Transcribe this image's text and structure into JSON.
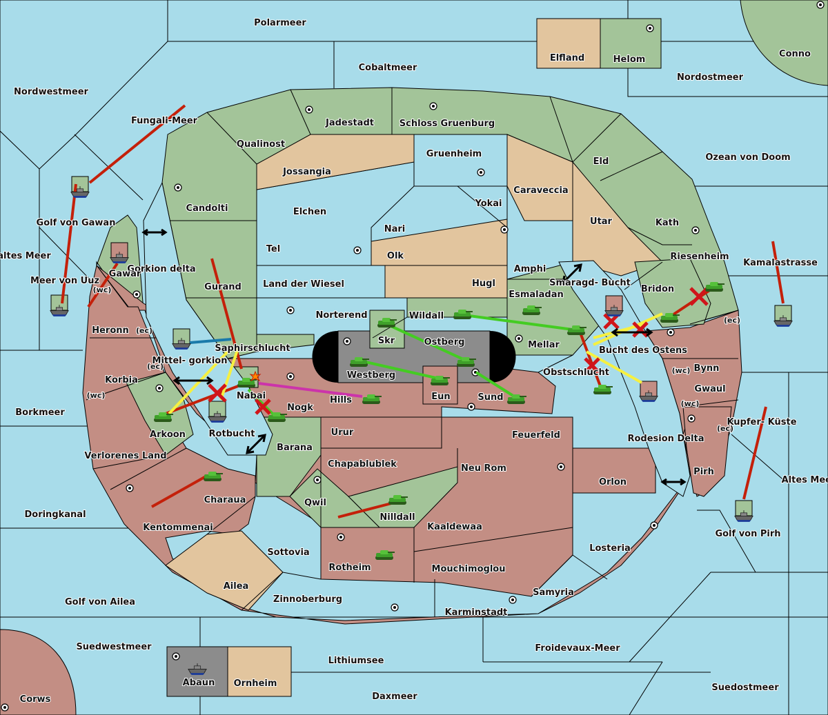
{
  "map": {
    "colors": {
      "sea": "#a8dcea",
      "green_power": "#a3c499",
      "red_power": "#c38e84",
      "neutral": "#e2c59e",
      "impassable": "#8c8c8c",
      "order_move": "#c4200a",
      "order_support": "#f6f040",
      "order_convoy_green": "#44cc22",
      "order_magenta": "#cc33aa",
      "order_blue": "#1a7aaa",
      "failed_order": "#d0151a"
    },
    "sea_labels": [
      {
        "id": "polarmeer",
        "label": "Polarmeer"
      },
      {
        "id": "cobaltmeer",
        "label": "Cobaltmeer"
      },
      {
        "id": "nordwestmeer",
        "label": "Nordwestmeer"
      },
      {
        "id": "fungali-meer",
        "label": "Fungali-Meer"
      },
      {
        "id": "nordostmeer",
        "label": "Nordostmeer"
      },
      {
        "id": "ozean-von-doom",
        "label": "Ozean von Doom"
      },
      {
        "id": "golf-von-gawan",
        "label": "Golf von Gawan"
      },
      {
        "id": "kaltes-meer",
        "label": "Kaltes Meer"
      },
      {
        "id": "meer-von-uuz",
        "label": "Meer von Uuz"
      },
      {
        "id": "gorkion-delta",
        "label": "Gorkion delta"
      },
      {
        "id": "mittelgorkion",
        "label": "Mittel- gorkion"
      },
      {
        "id": "rotbucht",
        "label": "Rotbucht"
      },
      {
        "id": "borkmeer",
        "label": "Borkmeer"
      },
      {
        "id": "doringkanal",
        "label": "Doringkanal"
      },
      {
        "id": "golf-von-ailea",
        "label": "Golf von Ailea"
      },
      {
        "id": "suedwestmeer",
        "label": "Suedwestmeer"
      },
      {
        "id": "lithiumsee",
        "label": "Lithiumsee"
      },
      {
        "id": "daxmeer",
        "label": "Daxmeer"
      },
      {
        "id": "froidevaux-meer",
        "label": "Froidevaux-Meer"
      },
      {
        "id": "suedostmeer",
        "label": "Suedostmeer"
      },
      {
        "id": "golf-von-pirh",
        "label": "Golf von Pirh"
      },
      {
        "id": "altes-meer",
        "label": "Altes Meer"
      },
      {
        "id": "kupfer-kueste",
        "label": "Kupfer- Küste"
      },
      {
        "id": "kamalastrasse",
        "label": "Kamalastrasse"
      },
      {
        "id": "smaragd-bucht",
        "label": "Smaragd- Bucht"
      },
      {
        "id": "bucht-des-ostens",
        "label": "Bucht des Ostens"
      },
      {
        "id": "rodesion-delta",
        "label": "Rodesion Delta"
      }
    ],
    "land_labels": [
      {
        "id": "elfland",
        "label": "Elfland"
      },
      {
        "id": "helom",
        "label": "Helom"
      },
      {
        "id": "conno",
        "label": "Conno"
      },
      {
        "id": "jadestadt",
        "label": "Jadestadt"
      },
      {
        "id": "schloss-gruenburg",
        "label": "Schloss Gruenburg"
      },
      {
        "id": "qualinost",
        "label": "Qualinost"
      },
      {
        "id": "gruenheim",
        "label": "Gruenheim"
      },
      {
        "id": "jossangia",
        "label": "Jossangia"
      },
      {
        "id": "eld",
        "label": "Eld"
      },
      {
        "id": "caraveccia",
        "label": "Caraveccia"
      },
      {
        "id": "candolti",
        "label": "Candolti"
      },
      {
        "id": "elchen",
        "label": "Elchen"
      },
      {
        "id": "yokai",
        "label": "Yokai"
      },
      {
        "id": "utar",
        "label": "Utar"
      },
      {
        "id": "kath",
        "label": "Kath"
      },
      {
        "id": "nari",
        "label": "Nari"
      },
      {
        "id": "tel",
        "label": "Tel"
      },
      {
        "id": "olk",
        "label": "Olk"
      },
      {
        "id": "amphi",
        "label": "Amphi"
      },
      {
        "id": "riesenheim",
        "label": "Riesenheim"
      },
      {
        "id": "gawar",
        "label": "Gawar"
      },
      {
        "id": "gurand",
        "label": "Gurand"
      },
      {
        "id": "land-der-wiesel",
        "label": "Land der Wiesel"
      },
      {
        "id": "hugl",
        "label": "Hugl"
      },
      {
        "id": "bridon",
        "label": "Bridon"
      },
      {
        "id": "esmaladan",
        "label": "Esmaladan"
      },
      {
        "id": "heronn",
        "label": "Heronn"
      },
      {
        "id": "norterend",
        "label": "Norterend"
      },
      {
        "id": "wildall",
        "label": "Wildall"
      },
      {
        "id": "skr",
        "label": "Skr"
      },
      {
        "id": "ostberg",
        "label": "Ostberg"
      },
      {
        "id": "mellar",
        "label": "Mellar"
      },
      {
        "id": "saphirschlucht",
        "label": "Saphirschlucht"
      },
      {
        "id": "westberg",
        "label": "Westberg"
      },
      {
        "id": "obstschlucht",
        "label": "Obstschlucht"
      },
      {
        "id": "bynn",
        "label": "Bynn"
      },
      {
        "id": "korbia",
        "label": "Korbia"
      },
      {
        "id": "nabai",
        "label": "Nabai"
      },
      {
        "id": "hills",
        "label": "Hills"
      },
      {
        "id": "eun",
        "label": "Eun"
      },
      {
        "id": "sund",
        "label": "Sund"
      },
      {
        "id": "gwaul",
        "label": "Gwaul"
      },
      {
        "id": "nogk",
        "label": "Nogk"
      },
      {
        "id": "arkoon",
        "label": "Arkoon"
      },
      {
        "id": "urur",
        "label": "Urur"
      },
      {
        "id": "feuerfeld",
        "label": "Feuerfeld"
      },
      {
        "id": "barana",
        "label": "Barana"
      },
      {
        "id": "verlorenes-land",
        "label": "Verlorenes Land"
      },
      {
        "id": "chapablublek",
        "label": "Chapablublek"
      },
      {
        "id": "neu-rom",
        "label": "Neu Rom"
      },
      {
        "id": "pirh",
        "label": "Pirh"
      },
      {
        "id": "charaua",
        "label": "Charaua"
      },
      {
        "id": "orlon",
        "label": "Orlon"
      },
      {
        "id": "qwil",
        "label": "Qwil"
      },
      {
        "id": "nilldall",
        "label": "Nilldall"
      },
      {
        "id": "kentommenai",
        "label": "Kentommenai"
      },
      {
        "id": "kaaldewaa",
        "label": "Kaaldewaa"
      },
      {
        "id": "losteria",
        "label": "Losteria"
      },
      {
        "id": "sottovia",
        "label": "Sottovia"
      },
      {
        "id": "rotheim",
        "label": "Rotheim"
      },
      {
        "id": "mouchimoglou",
        "label": "Mouchimoglou"
      },
      {
        "id": "ailea",
        "label": "Ailea"
      },
      {
        "id": "samyria",
        "label": "Samyria"
      },
      {
        "id": "zinnoberburg",
        "label": "Zinnoberburg"
      },
      {
        "id": "karminstadt",
        "label": "Karminstadt"
      },
      {
        "id": "abaun",
        "label": "Abaun"
      },
      {
        "id": "ornheim",
        "label": "Ornheim"
      },
      {
        "id": "corws",
        "label": "Corws"
      }
    ],
    "coast_labels": {
      "wc": "(wc)",
      "ec": "(ec)"
    }
  }
}
